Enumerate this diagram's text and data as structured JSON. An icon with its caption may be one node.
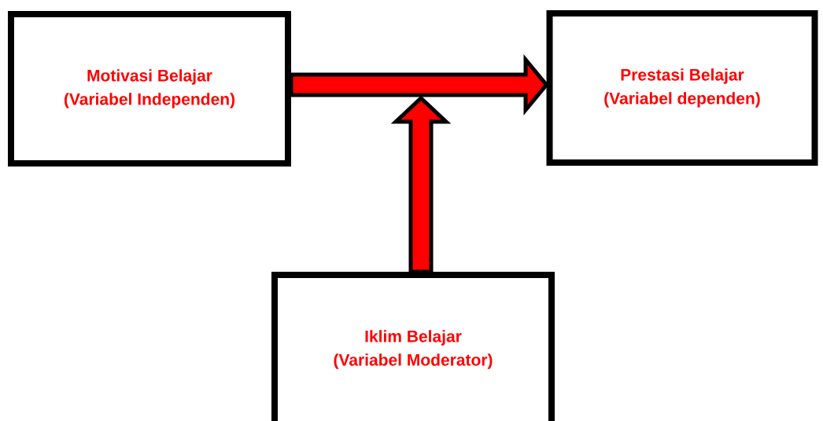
{
  "diagram": {
    "nodes": [
      {
        "text": [
          "Motivasi Belajar",
          "(Variabel Independen)"
        ]
      },
      {
        "text": [
          "Prestasi Belajar",
          "(Variabel dependen)"
        ]
      },
      {
        "text": [
          "Iklim Belajar",
          "(Variabel Moderator)"
        ]
      }
    ],
    "edges": [
      {
        "from": 0,
        "to": 1,
        "arrow": "to"
      },
      {
        "from": 2,
        "to": null,
        "arrow": "to"
      }
    ]
  }
}
